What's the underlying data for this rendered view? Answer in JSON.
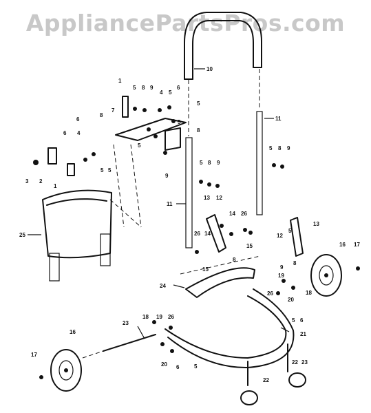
{
  "watermark": "AppliancePartsPros.com",
  "callouts": [
    {
      "id": "c10",
      "text": "10"
    },
    {
      "id": "c11",
      "text": "11"
    },
    {
      "id": "c1a",
      "text": "1"
    },
    {
      "id": "c5a",
      "text": "5"
    },
    {
      "id": "c8a",
      "text": "8"
    },
    {
      "id": "c9a",
      "text": "9"
    },
    {
      "id": "c4a",
      "text": "4"
    },
    {
      "id": "c5b",
      "text": "5"
    },
    {
      "id": "c6a",
      "text": "6"
    },
    {
      "id": "c5c",
      "text": "5"
    },
    {
      "id": "c8b",
      "text": "8"
    },
    {
      "id": "c7a",
      "text": "7"
    },
    {
      "id": "c5d",
      "text": "5"
    },
    {
      "id": "c6b",
      "text": "6"
    },
    {
      "id": "c5e",
      "text": "5"
    },
    {
      "id": "c8c",
      "text": "8"
    },
    {
      "id": "c6c",
      "text": "6"
    },
    {
      "id": "c4b",
      "text": "4"
    },
    {
      "id": "c5f",
      "text": "5"
    },
    {
      "id": "c5g",
      "text": "5"
    },
    {
      "id": "c9b",
      "text": "9"
    },
    {
      "id": "c5h",
      "text": "5"
    },
    {
      "id": "c8d",
      "text": "8"
    },
    {
      "id": "c9c",
      "text": "9"
    },
    {
      "id": "c3a",
      "text": "3"
    },
    {
      "id": "c2a",
      "text": "2"
    },
    {
      "id": "c1b",
      "text": "1"
    },
    {
      "id": "c5i",
      "text": "5"
    },
    {
      "id": "c8e",
      "text": "8"
    },
    {
      "id": "c9d",
      "text": "9"
    },
    {
      "id": "c25",
      "text": "25"
    },
    {
      "id": "c11b",
      "text": "11"
    },
    {
      "id": "c13a",
      "text": "13"
    },
    {
      "id": "c12a",
      "text": "12"
    },
    {
      "id": "c14a",
      "text": "14"
    },
    {
      "id": "c26a",
      "text": "26"
    },
    {
      "id": "c13b",
      "text": "13"
    },
    {
      "id": "c26b",
      "text": "26"
    },
    {
      "id": "c14b",
      "text": "14"
    },
    {
      "id": "c15a",
      "text": "15"
    },
    {
      "id": "c8f",
      "text": "8"
    },
    {
      "id": "c15b",
      "text": "15"
    },
    {
      "id": "c12b",
      "text": "12"
    },
    {
      "id": "c5j",
      "text": "5"
    },
    {
      "id": "c8g",
      "text": "8"
    },
    {
      "id": "c16a",
      "text": "16"
    },
    {
      "id": "c17a",
      "text": "17"
    },
    {
      "id": "c9e",
      "text": "9"
    },
    {
      "id": "c19a",
      "text": "19"
    },
    {
      "id": "c18a",
      "text": "18"
    },
    {
      "id": "c24",
      "text": "24"
    },
    {
      "id": "c26c",
      "text": "26"
    },
    {
      "id": "c20a",
      "text": "20"
    },
    {
      "id": "c5k",
      "text": "5"
    },
    {
      "id": "c6d",
      "text": "6"
    },
    {
      "id": "c21",
      "text": "21"
    },
    {
      "id": "c23a",
      "text": "23"
    },
    {
      "id": "c18b",
      "text": "18"
    },
    {
      "id": "c19b",
      "text": "19"
    },
    {
      "id": "c26d",
      "text": "26"
    },
    {
      "id": "c16b",
      "text": "16"
    },
    {
      "id": "c17b",
      "text": "17"
    },
    {
      "id": "c20b",
      "text": "20"
    },
    {
      "id": "c6e",
      "text": "6"
    },
    {
      "id": "c5l",
      "text": "5"
    },
    {
      "id": "c22a",
      "text": "22"
    },
    {
      "id": "c22b",
      "text": "22"
    },
    {
      "id": "c23b",
      "text": "23"
    }
  ]
}
